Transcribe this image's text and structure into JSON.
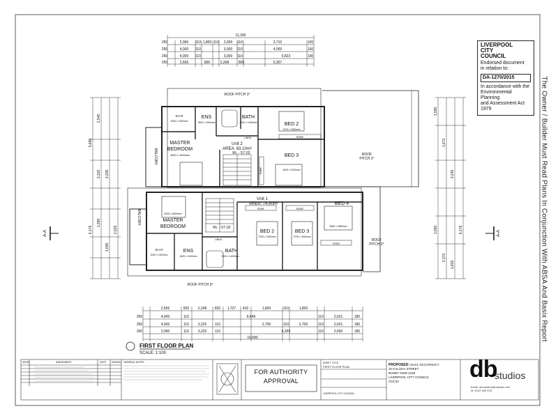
{
  "stamp": {
    "council_line1": "LIVERPOOL",
    "council_line2": "CITY",
    "council_line3": "COUNCIL",
    "endorsed_line1": "Endorsed document",
    "endorsed_line2": "in relation to:",
    "da_number": "DA-1270/2015",
    "act_line1": "In accordance with the",
    "act_line2": "Environmental Planning",
    "act_line3": "and Assessment Act",
    "act_year": "1979"
  },
  "side_note": "The Owner / Builder Must Read Plans In Conjunction With ABSA And Basix Report",
  "plan": {
    "title": "FIRST FLOOR PLAN",
    "scale": "SCALE: 1:100",
    "section_left": "A-A",
    "section_right": "A-A"
  },
  "unit2": {
    "name": "Unit 2",
    "area": "AREA: 63.10m²",
    "rl": "RL - 57.02",
    "linen": "LINEN"
  },
  "unit1": {
    "name": "Unit 1",
    "area": "AREA: 74.90m²",
    "rl": "RL - 57.02",
    "linen": "LINEN"
  },
  "rooms_upper": {
    "wir": "W.I.R",
    "wir_size": "2000 x 1600mm",
    "ens": "ENS",
    "ens_size": "1800 x 1600mm",
    "bath": "BATH",
    "bath_size": "3200 x 1600mm",
    "bed2": "BED 2",
    "bed2_size": "3710 x 3060mm",
    "bed3": "BED 3",
    "bed3_size": "4000 x 3240mm",
    "master1": "MASTER",
    "master2": "BEDROOM",
    "master_size": "4000 x 4345mm",
    "balcony": "BALCONY",
    "robe": "ROBE",
    "robe2": "ROBE"
  },
  "rooms_lower": {
    "master1": "MASTER",
    "master2": "BEDROOM",
    "master_size": "4000 x 3600mm",
    "wir": "W.I.R",
    "wir_size": "2090 x 1600mm",
    "ens": "ENS",
    "ens_size": "1800 x 1600mm",
    "bath": "BATH",
    "bath_size": "3220 x 1600mm",
    "bed2": "BED 2",
    "bed2_size": "2700 x 3300mm",
    "bed3": "BED 3",
    "bed3_size": "2700 x 3300mm",
    "bed4": "BED 4",
    "bed4_size": "3550 x 4580mm",
    "balcony": "BALCONY",
    "robe1": "ROBE",
    "robe2": "ROBE",
    "robe3": "ROBE"
  },
  "roof": {
    "top": "ROOF PITCH 3°",
    "right_upper_1": "ROOF",
    "right_upper_2": "PITCH 3°",
    "right_lower_1": "ROOF",
    "right_lower_2": "PITCH 3°",
    "bottom": "ROOF PITCH 3°"
  },
  "dims_top": {
    "row1": [
      "2,060",
      "110",
      "1,800",
      "110",
      "3,000",
      "110",
      "3,710",
      "100"
    ],
    "overall": "11,330",
    "row2": [
      "4,000",
      "110",
      "3,000",
      "110",
      "4,000",
      "100"
    ],
    "row3": [
      "4,000",
      "110",
      "3,000",
      "110",
      "6,823",
      "100"
    ],
    "row4": [
      "2,665",
      "800",
      "2,268",
      "800",
      "5,307"
    ],
    "edge": [
      "250",
      "250",
      "250",
      "250"
    ]
  },
  "dims_bottom": {
    "row1": [
      "2,555",
      "820",
      "2,248",
      "820",
      "1,727",
      "415",
      "1,800",
      "110",
      "1,800"
    ],
    "row2": [
      "4,000",
      "110",
      "8,849",
      "110",
      "2,631",
      "180"
    ],
    "row3": [
      "4,000",
      "110",
      "3,220",
      "110",
      "2,700",
      "110",
      "2,700",
      "110",
      "2,631",
      "180"
    ],
    "row4": [
      "2,090",
      "110",
      "3,220",
      "110",
      "6,359",
      "110",
      "2,690",
      "180"
    ],
    "overall": "16,680",
    "edge": [
      "250",
      "250",
      "250"
    ]
  },
  "dims_left": [
    "5,685",
    "2,545",
    "3,325",
    "3,205",
    "6,176",
    "1,590",
    "1,695",
    "2,520"
  ],
  "dims_right": [
    "1,595",
    "1,673",
    "3,245",
    "6,176",
    "1,690",
    "2,370",
    "1,825"
  ],
  "title_block": {
    "authority_line1": "FOR AUTHORITY",
    "authority_line2": "APPROVAL",
    "sheet_title_label": "SHEET TITLE",
    "sheet_title": "FIRST FLOOR PLAN",
    "proposed_label": "PROPOSED:",
    "proposed": "DUAL OCCUPANCY",
    "address1": "32 KALUGA STREET",
    "address2": "BUSBY NSW 2168",
    "council": "LIVERPOOL CITY COUNCIL",
    "code": "CDC34",
    "council_small": "LIVERPOOL CITY COUNCIL",
    "revisions_header": [
      "ISSUE",
      "AMENDMENT",
      "DATE",
      "DRAWN"
    ],
    "notes_title": "GENERAL NOTES"
  },
  "logo": {
    "db": "db",
    "studios": "studios",
    "email": "Email: db.studios@outlook.com",
    "phone": "M: 0412 345 678"
  }
}
